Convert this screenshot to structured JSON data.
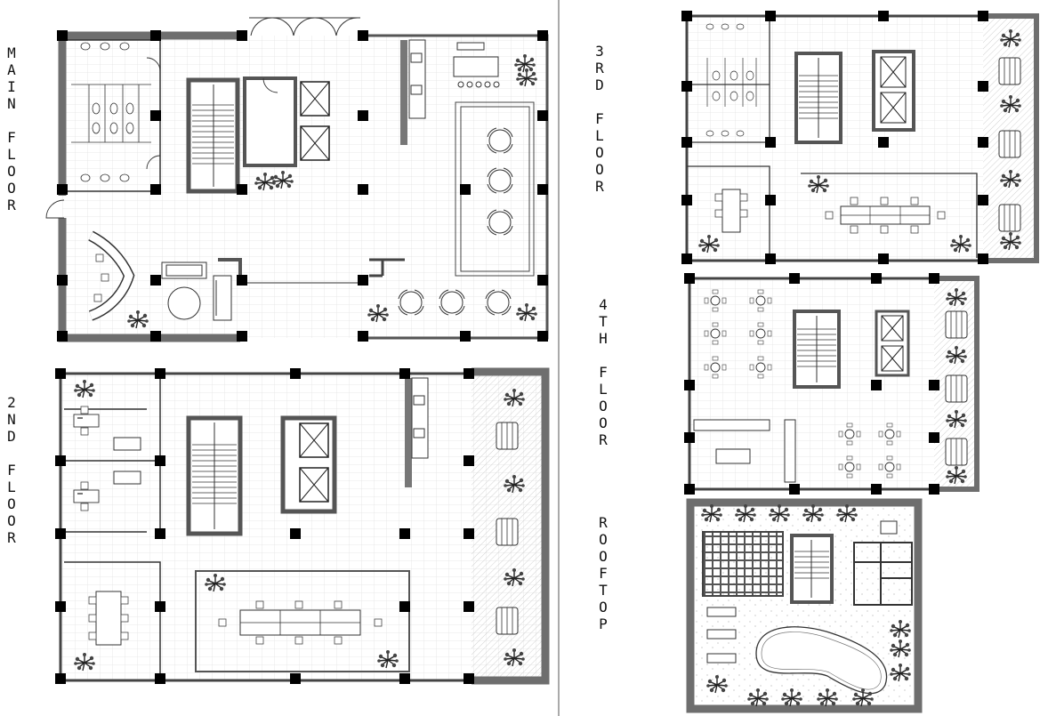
{
  "sheet": {
    "colors": {
      "wall": "#6e6e6e",
      "column": "#000000",
      "line": "#333333",
      "tile": "#e6e6e6",
      "hatch": "#bdbdbd",
      "background": "#ffffff"
    }
  },
  "floors": [
    {
      "id": "main",
      "label": "MAIN FLOOR",
      "words": [
        "MAIN",
        "FLOOR"
      ]
    },
    {
      "id": "second",
      "label": "2ND FLOOR",
      "words": [
        "2ND",
        "FLOOR"
      ]
    },
    {
      "id": "third",
      "label": "3RD FLOOR",
      "words": [
        "3RD",
        "FLOOR"
      ]
    },
    {
      "id": "fourth",
      "label": "4TH FLOOR",
      "words": [
        "4TH",
        "FLOOR"
      ]
    },
    {
      "id": "rooftop",
      "label": "ROOFTOP",
      "words": [
        "ROOFTOP"
      ]
    }
  ],
  "icons": [
    "stair-icon",
    "elevator-icon",
    "toilet-icon",
    "sink-icon",
    "sofa-icon",
    "round-table-icon",
    "desk-icon",
    "chair-icon",
    "plant-icon",
    "pergola-icon",
    "pool-icon",
    "sunbed-icon",
    "door-swing-icon"
  ]
}
